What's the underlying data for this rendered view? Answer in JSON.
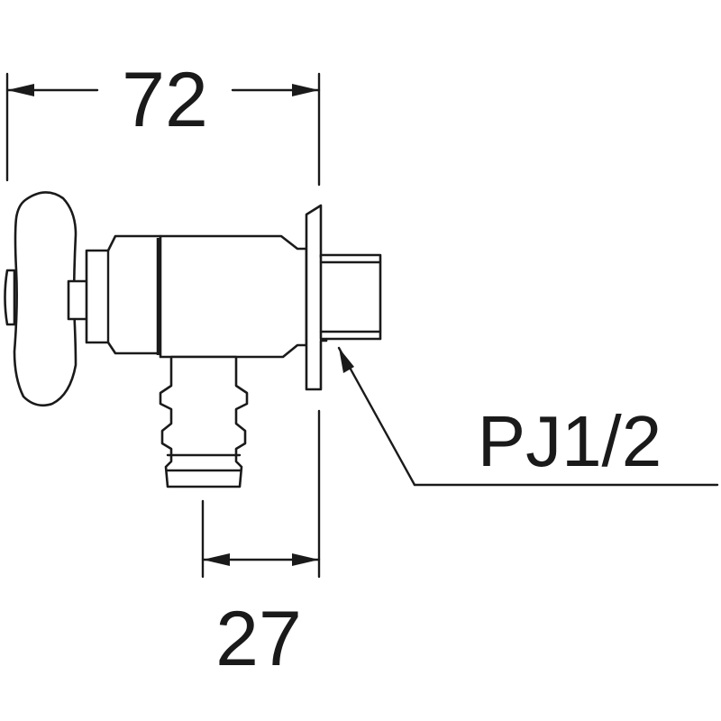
{
  "dimensions": {
    "overall_width": "72",
    "hose_offset": "27"
  },
  "callout": {
    "thread_label": "PJ1/2"
  }
}
